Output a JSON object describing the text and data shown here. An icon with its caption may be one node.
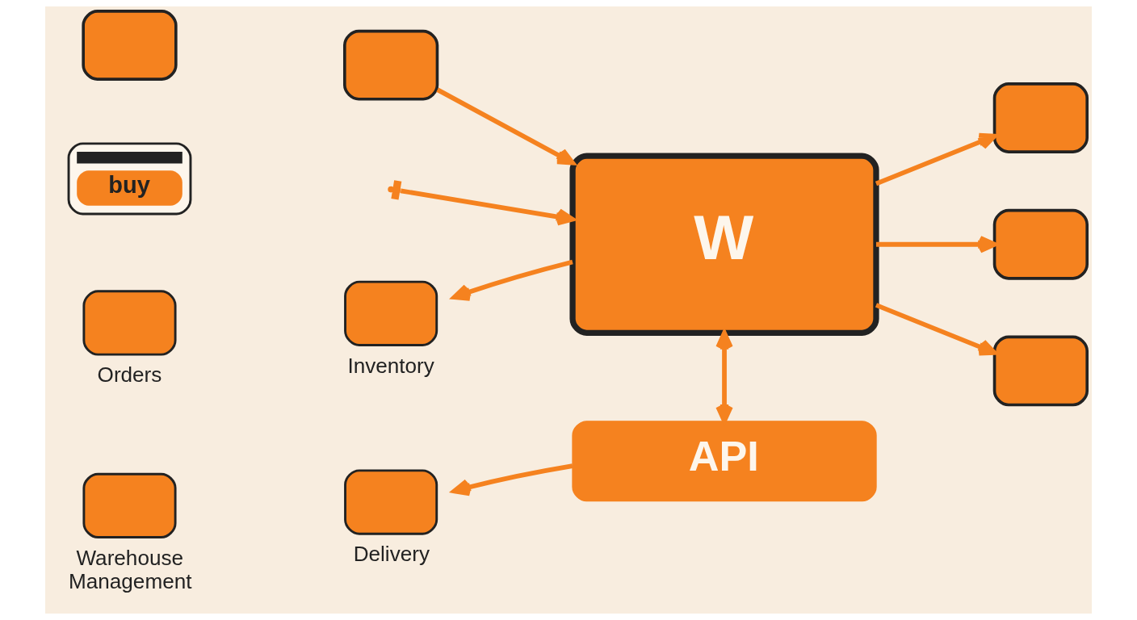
{
  "diagram": {
    "nodes": [
      {
        "text": [],
        "shape": "box"
      },
      {
        "text": [],
        "shape": "box"
      },
      {
        "text": [
          "buy"
        ]
      },
      {
        "text": [
          "Orders"
        ]
      },
      {
        "text": [
          "Inventory"
        ]
      },
      {
        "text": [
          "Warehouse Management"
        ]
      },
      {
        "text": [
          "Delivery"
        ]
      },
      {
        "text": [
          "W"
        ]
      },
      {
        "text": [
          "API"
        ]
      },
      {
        "text": [],
        "shape": "box"
      },
      {
        "text": [],
        "shape": "box"
      },
      {
        "text": [],
        "shape": "box"
      }
    ],
    "edges": [
      {
        "from": 1,
        "to": 7,
        "arrow": "to"
      },
      {
        "from": null,
        "to": 7,
        "arrow": "to"
      },
      {
        "from": 7,
        "to": 4,
        "arrow": "to"
      },
      {
        "from": 7,
        "to": 8,
        "arrow": "both"
      },
      {
        "from": 8,
        "to": 6,
        "arrow": "to"
      },
      {
        "from": 7,
        "to": 9,
        "arrow": "to"
      },
      {
        "from": 7,
        "to": 10,
        "arrow": "to"
      },
      {
        "from": 7,
        "to": 11,
        "arrow": "to"
      }
    ]
  }
}
